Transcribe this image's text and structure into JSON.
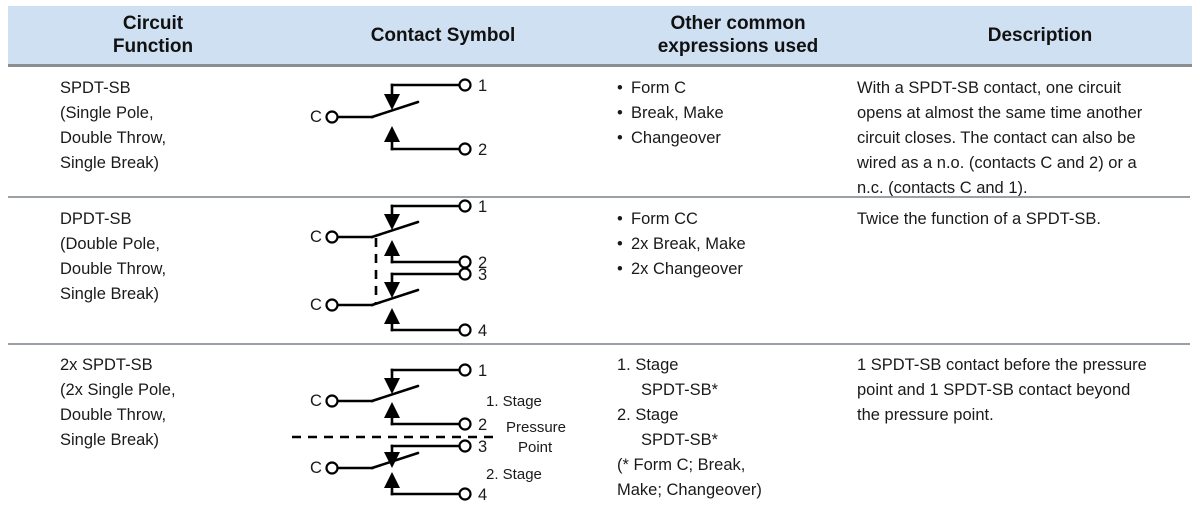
{
  "header": {
    "columns": [
      {
        "label_line1": "Circuit",
        "label_line2": "Function"
      },
      {
        "label_line1": "Contact Symbol",
        "label_line2": ""
      },
      {
        "label_line1": "Other common",
        "label_line2": "expressions used"
      },
      {
        "label_line1": "Description",
        "label_line2": ""
      }
    ],
    "background_color": "#cfe0f2"
  },
  "rows": [
    {
      "function": {
        "name": "SPDT-SB",
        "lines": [
          "SPDT-SB",
          "(Single Pole,",
          "Double Throw,",
          "Single Break)"
        ]
      },
      "symbol": {
        "common_label": "C",
        "terminals": [
          "1",
          "2"
        ],
        "poles": 1,
        "annotations": []
      },
      "expressions": [
        "Form C",
        "Break, Make",
        "Changeover"
      ],
      "description": [
        "With a SPDT-SB contact, one circuit",
        "opens at almost the same time another",
        "circuit closes. The contact can also be",
        "wired as a n.o. (contacts C and 2) or a",
        "n.c. (contacts C and 1)."
      ]
    },
    {
      "function": {
        "name": "DPDT-SB",
        "lines": [
          "DPDT-SB",
          "(Double Pole,",
          "Double Throw,",
          "Single Break)"
        ]
      },
      "symbol": {
        "common_label": "C",
        "terminals": [
          "1",
          "2",
          "3",
          "4"
        ],
        "poles": 2,
        "annotations": []
      },
      "expressions": [
        "Form CC",
        "2x Break, Make",
        "2x Changeover"
      ],
      "description": [
        "Twice the function of a SPDT-SB."
      ]
    },
    {
      "function": {
        "name": "2x SPDT-SB",
        "lines": [
          "2x SPDT-SB",
          "(2x Single Pole,",
          "Double Throw,",
          "Single Break)"
        ]
      },
      "symbol": {
        "common_label": "C",
        "terminals": [
          "1",
          "2",
          "3",
          "4"
        ],
        "poles": 2,
        "annotations": [
          "1. Stage",
          "Pressure",
          "Point",
          "2. Stage"
        ]
      },
      "expressions_numbered": [
        {
          "num": "1. Stage",
          "sub": "SPDT-SB*"
        },
        {
          "num": "2. Stage",
          "sub": "SPDT-SB*"
        }
      ],
      "expressions_footnote": [
        "(* Form C; Break,",
        "Make; Changeover)"
      ],
      "description": [
        "1 SPDT-SB contact before the pressure",
        "point and 1 SPDT-SB contact beyond",
        "the pressure point."
      ]
    }
  ]
}
